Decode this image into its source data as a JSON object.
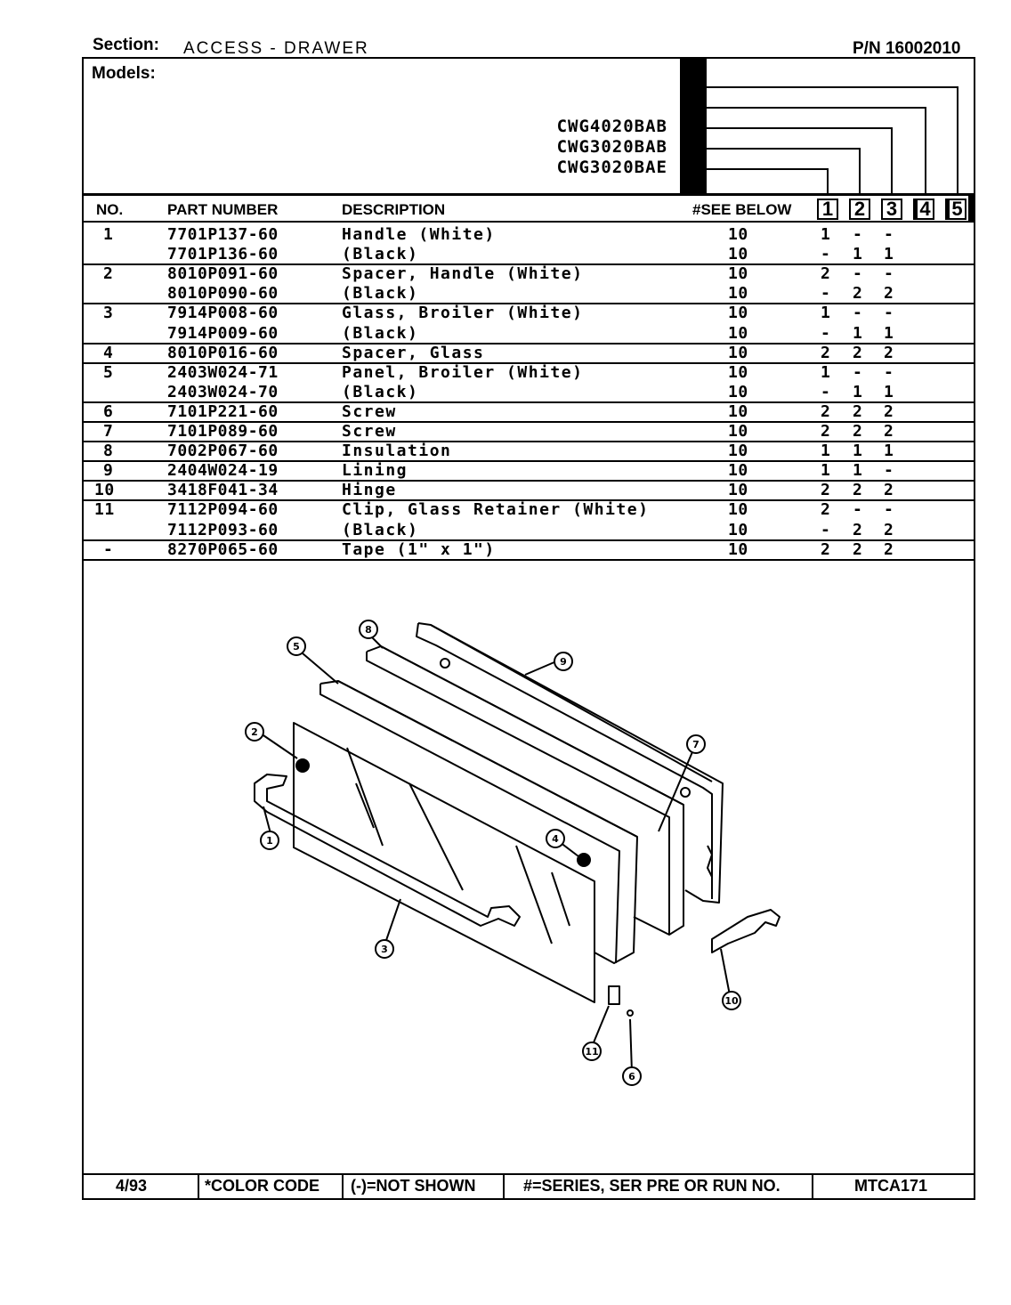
{
  "header": {
    "section_label": "Section:",
    "section_name": "ACCESS - DRAWER",
    "pn": "P/N 16002010"
  },
  "models": {
    "label": "Models:",
    "list": [
      {
        "num": "5",
        "name": ""
      },
      {
        "num": "4",
        "name": ""
      },
      {
        "num": "3",
        "name": "CWG4020BAB"
      },
      {
        "num": "2",
        "name": "CWG3020BAB"
      },
      {
        "num": "1",
        "name": "CWG3020BAE"
      }
    ]
  },
  "table": {
    "headers": {
      "no": "NO.",
      "part": "PART NUMBER",
      "desc": "DESCRIPTION",
      "see": "#SEE BELOW"
    },
    "model_cols": [
      "1",
      "2",
      "3",
      "4",
      "5"
    ],
    "rows": [
      {
        "no": "1",
        "part": "7701P137-60",
        "desc": "Handle (White)",
        "see": "10",
        "q": [
          "1",
          "-",
          "-"
        ],
        "rule": false
      },
      {
        "no": "",
        "part": "7701P136-60",
        "desc": "(Black)",
        "see": "10",
        "q": [
          "-",
          "1",
          "1"
        ],
        "rule": true
      },
      {
        "no": "2",
        "part": "8010P091-60",
        "desc": "Spacer, Handle (White)",
        "see": "10",
        "q": [
          "2",
          "-",
          "-"
        ],
        "rule": false
      },
      {
        "no": "",
        "part": "8010P090-60",
        "desc": "(Black)",
        "see": "10",
        "q": [
          "-",
          "2",
          "2"
        ],
        "rule": true
      },
      {
        "no": "3",
        "part": "7914P008-60",
        "desc": "Glass, Broiler (White)",
        "see": "10",
        "q": [
          "1",
          "-",
          "-"
        ],
        "rule": false
      },
      {
        "no": "",
        "part": "7914P009-60",
        "desc": "(Black)",
        "see": "10",
        "q": [
          "-",
          "1",
          "1"
        ],
        "rule": true
      },
      {
        "no": "4",
        "part": "8010P016-60",
        "desc": "Spacer, Glass",
        "see": "10",
        "q": [
          "2",
          "2",
          "2"
        ],
        "rule": true
      },
      {
        "no": "5",
        "part": "2403W024-71",
        "desc": "Panel, Broiler (White)",
        "see": "10",
        "q": [
          "1",
          "-",
          "-"
        ],
        "rule": false
      },
      {
        "no": "",
        "part": "2403W024-70",
        "desc": "(Black)",
        "see": "10",
        "q": [
          "-",
          "1",
          "1"
        ],
        "rule": true
      },
      {
        "no": "6",
        "part": "7101P221-60",
        "desc": "Screw",
        "see": "10",
        "q": [
          "2",
          "2",
          "2"
        ],
        "rule": true
      },
      {
        "no": "7",
        "part": "7101P089-60",
        "desc": "Screw",
        "see": "10",
        "q": [
          "2",
          "2",
          "2"
        ],
        "rule": true
      },
      {
        "no": "8",
        "part": "7002P067-60",
        "desc": "Insulation",
        "see": "10",
        "q": [
          "1",
          "1",
          "1"
        ],
        "rule": true
      },
      {
        "no": "9",
        "part": "2404W024-19",
        "desc": "Lining",
        "see": "10",
        "q": [
          "1",
          "1",
          "-"
        ],
        "rule": true
      },
      {
        "no": "10",
        "part": "3418F041-34",
        "desc": "Hinge",
        "see": "10",
        "q": [
          "2",
          "2",
          "2"
        ],
        "rule": true
      },
      {
        "no": "11",
        "part": "7112P094-60",
        "desc": "Clip, Glass Retainer (White)",
        "see": "10",
        "q": [
          "2",
          "-",
          "-"
        ],
        "rule": false
      },
      {
        "no": "",
        "part": "7112P093-60",
        "desc": "(Black)",
        "see": "10",
        "q": [
          "-",
          "2",
          "2"
        ],
        "rule": true
      },
      {
        "no": "-",
        "part": "8270P065-60",
        "desc": "Tape (1\" x 1\")",
        "see": "10",
        "q": [
          "2",
          "2",
          "2"
        ],
        "rule": true
      }
    ]
  },
  "callouts": [
    "1",
    "2",
    "3",
    "4",
    "5",
    "6",
    "7",
    "8",
    "9",
    "10",
    "11"
  ],
  "footer": {
    "date": "4/93",
    "color_code": "*COLOR CODE",
    "not_shown": "(-)=NOT SHOWN",
    "series": "#=SERIES, SER PRE OR RUN NO.",
    "code": "MTCA171"
  }
}
